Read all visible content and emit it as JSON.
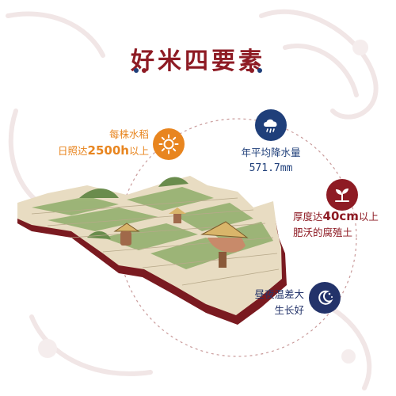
{
  "title": "好米四要素",
  "colors": {
    "brand_red": "#8e1b24",
    "sun_orange": "#e8851f",
    "rain_blue": "#1f3f7a",
    "soil_red": "#8e1b24",
    "night_navy": "#23336a"
  },
  "features": [
    {
      "icon": "sun-icon",
      "line1": "每株水稻",
      "line2_prefix": "日照达",
      "line2_value": "2500h",
      "line2_suffix": "以上"
    },
    {
      "icon": "rain-cloud-icon",
      "line1": "年平均降水量",
      "line2_value": "571.7mm"
    },
    {
      "icon": "sprout-icon",
      "line1_prefix": "厚度达",
      "line1_value": "40cm",
      "line1_suffix": "以上",
      "line2": "肥沃的腐殖土"
    },
    {
      "icon": "moon-icon",
      "line1": "昼夜温差大",
      "line2": "生长好"
    }
  ]
}
